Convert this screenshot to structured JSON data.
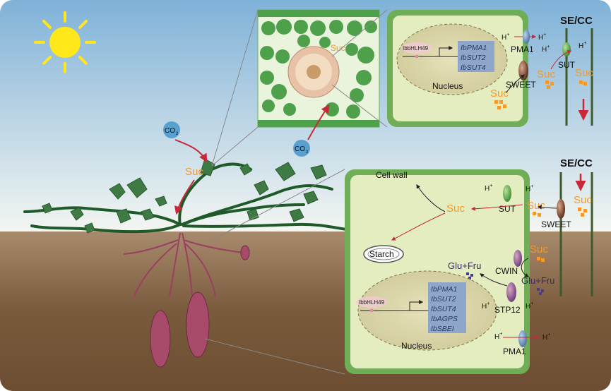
{
  "labels": {
    "co2": "CO",
    "co2_sub": "2",
    "suc": "Suc",
    "nucleus": "Nucleus",
    "sweet": "SWEET",
    "sut": "SUT",
    "pma1": "PMA1",
    "h_plus": "H",
    "plus": "+",
    "se_cc": "SE/CC",
    "cell_wall": "Cell wall",
    "starch": "Starch",
    "glu_fru": "Glu+Fru",
    "cwin": "CWIN",
    "stp12": "STP12",
    "tf": "IbbHLH49"
  },
  "leaf_genes": [
    "IbPMA1",
    "IbSUT2",
    "IbSUT4"
  ],
  "root_genes": [
    "IbPMA1",
    "IbSUT2",
    "IbSUT4",
    "IbAGPS",
    "IbSBEI"
  ],
  "colors": {
    "sky_top": "#7fb2d8",
    "soil": "#7a5a3c",
    "cell_wall": "#6fae57",
    "cytoplasm": "#e3edc0",
    "nucleus": "#d9d4a4",
    "gene_box": "#8ea6c9",
    "sucrose": "#f39a2a",
    "arrow_red": "#c8283a",
    "vine": "#1f5a2a",
    "root": "#9b3f60"
  }
}
